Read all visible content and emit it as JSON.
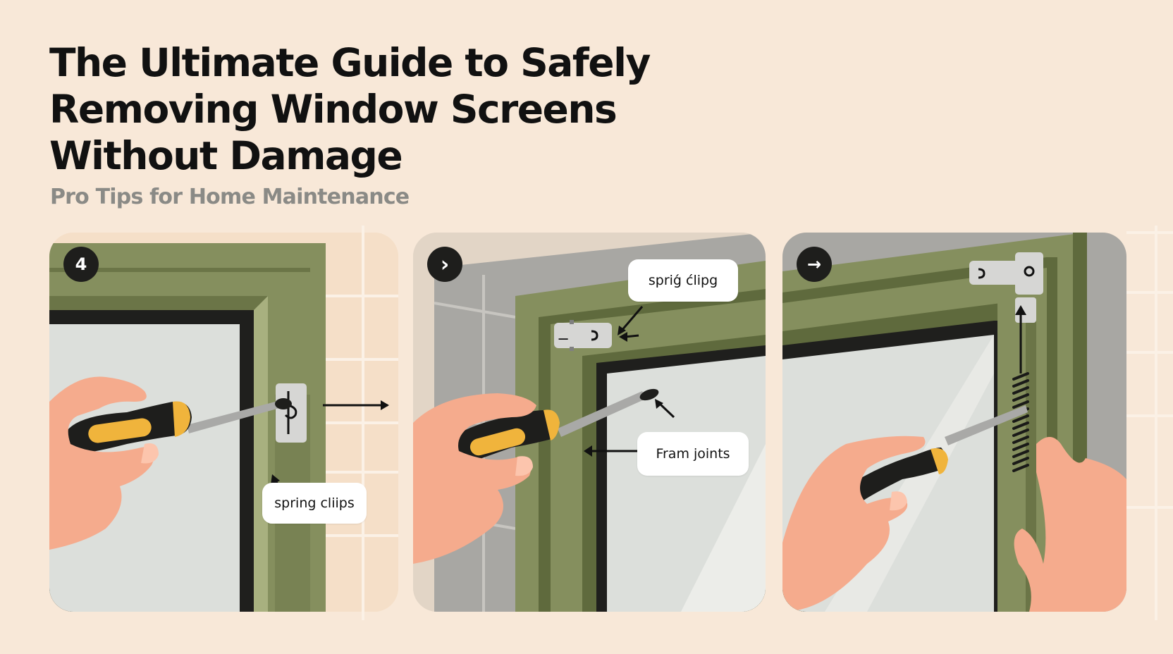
{
  "header": {
    "title_lines": [
      "The Ultimate Guide to Safely",
      "Removing Window Screens",
      "Without Damage"
    ],
    "subtitle": "Pro Tips for Home Maintenance"
  },
  "panels": [
    {
      "badge": "4",
      "badge_icon": "step-number-icon",
      "callouts": [
        {
          "label": "spring cliips"
        }
      ]
    },
    {
      "badge": "›",
      "badge_icon": "chevron-right-icon",
      "callouts": [
        {
          "label": "spriǵ ćlipg"
        },
        {
          "label": "Fram joints"
        }
      ]
    },
    {
      "badge": "→",
      "badge_icon": "arrow-right-icon",
      "callouts": []
    }
  ],
  "colors": {
    "background": "#f8e8d8",
    "frame_green": "#858f5e",
    "frame_green_dark": "#5f6a3d",
    "glass": "#dcdfdb",
    "screwdriver_handle": "#1e1e1c",
    "screwdriver_grip": "#f0b43c",
    "skin": "#f5ab8d",
    "badge": "#1e1e1c"
  }
}
